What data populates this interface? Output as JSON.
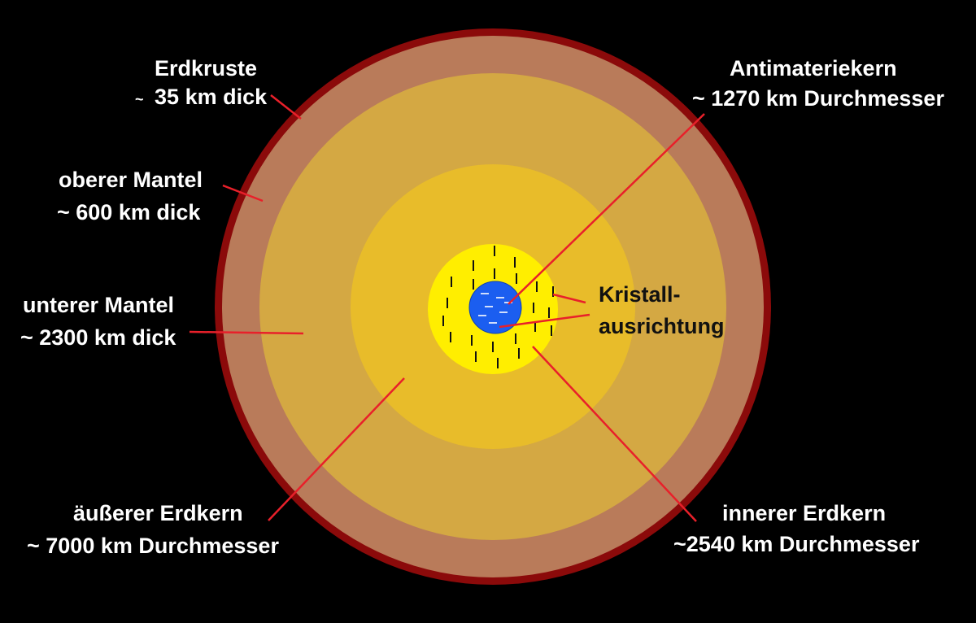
{
  "colors": {
    "background": "#000000",
    "crust": "#8b0a0a",
    "upper_mantle": "#b97b5a",
    "lower_mantle": "#d4a843",
    "outer_core": "#e8bc2a",
    "inner_core": "#ffee00",
    "antimatter_core": "#1b5ef0",
    "leader_line": "#e8202a"
  },
  "labels": {
    "crust": {
      "name": "Erdkruste",
      "tilde": "~",
      "size": "35 km dick"
    },
    "upper_mantle": {
      "name": "oberer Mantel",
      "size": "~ 600 km dick"
    },
    "lower_mantle": {
      "name": "unterer Mantel",
      "size": "~ 2300 km dick"
    },
    "outer_core": {
      "name": "äußerer Erdkern",
      "size": "~ 7000 km Durchmesser"
    },
    "antimatter_core": {
      "name": "Antimateriekern",
      "size": "~ 1270 km Durchmesser"
    },
    "crystal": {
      "line1": "Kristall-",
      "line2": "ausrichtung"
    },
    "inner_core": {
      "name": "innerer Erdkern",
      "size": "~2540 km Durchmesser"
    }
  }
}
